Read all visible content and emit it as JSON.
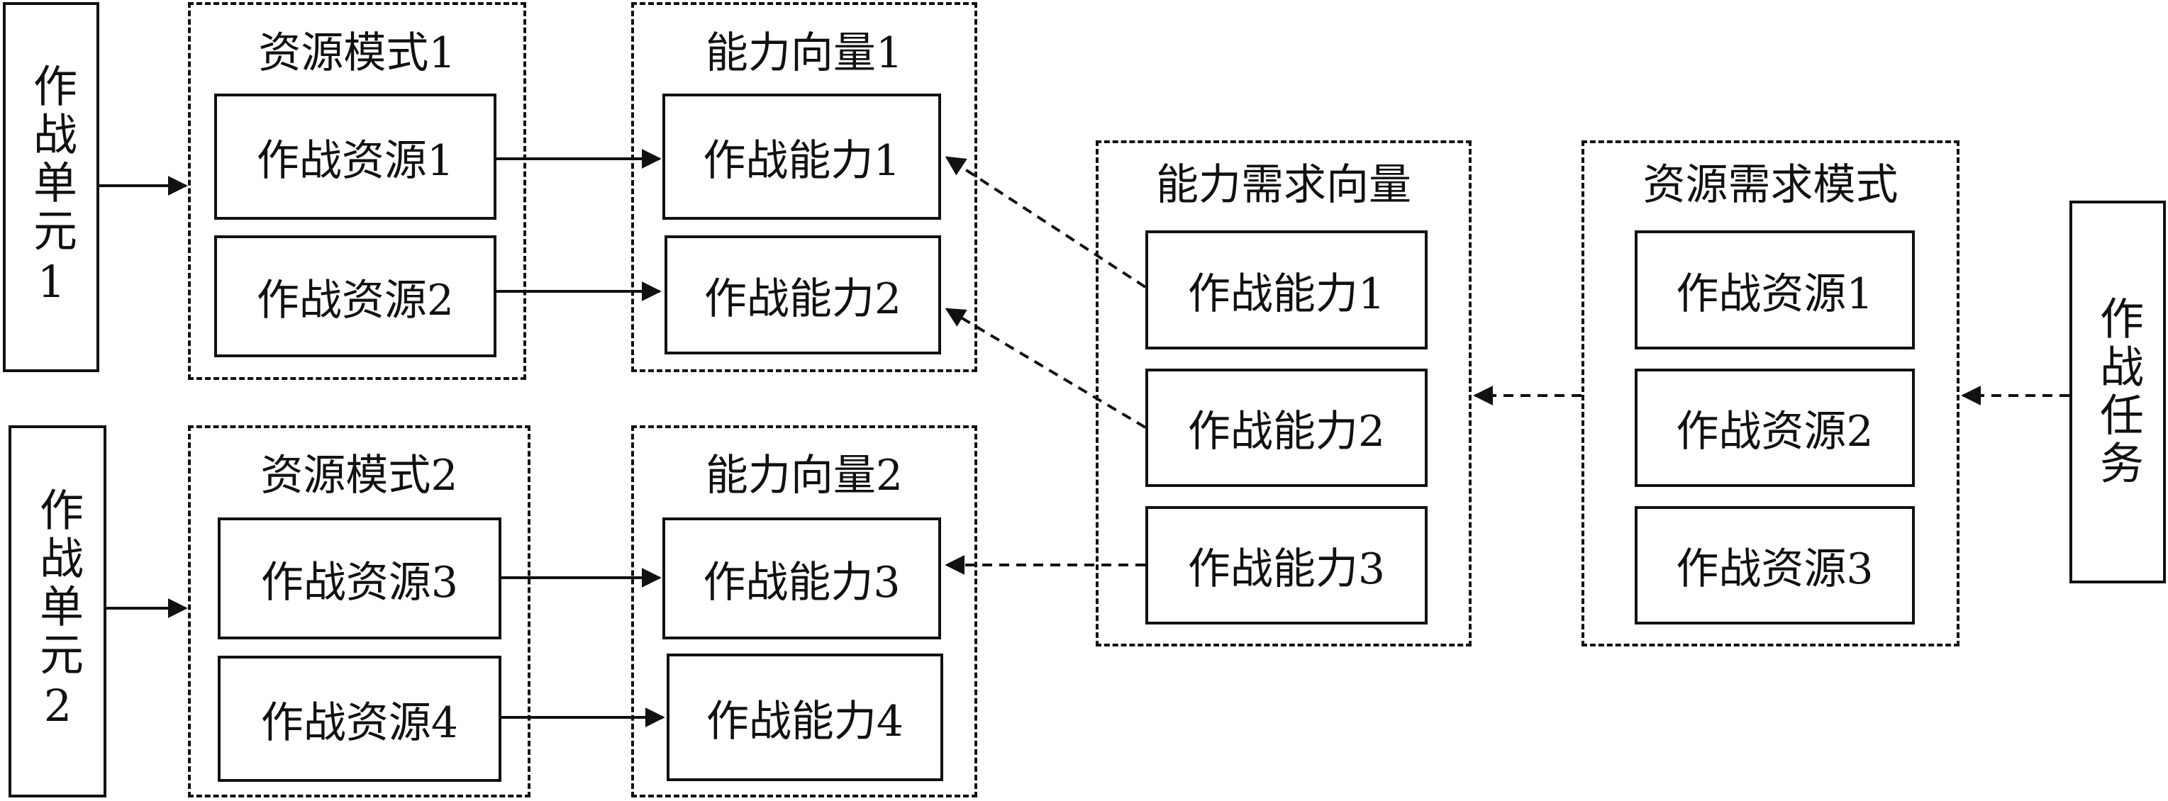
{
  "unit1": {
    "name": "作战单元1"
  },
  "unit2": {
    "name": "作战单元2"
  },
  "task": {
    "name": "作战任务"
  },
  "resource_mode_1": {
    "title": "资源模式1",
    "items": [
      "作战资源1",
      "作战资源2"
    ]
  },
  "resource_mode_2": {
    "title": "资源模式2",
    "items": [
      "作战资源3",
      "作战资源4"
    ]
  },
  "capability_vector_1": {
    "title": "能力向量1",
    "items": [
      "作战能力1",
      "作战能力2"
    ]
  },
  "capability_vector_2": {
    "title": "能力向量2",
    "items": [
      "作战能力3",
      "作战能力4"
    ]
  },
  "capability_requirement_vector": {
    "title": "能力需求向量",
    "items": [
      "作战能力1",
      "作战能力2",
      "作战能力3"
    ]
  },
  "resource_requirement_mode": {
    "title": "资源需求模式",
    "items": [
      "作战资源1",
      "作战资源2",
      "作战资源3"
    ]
  }
}
